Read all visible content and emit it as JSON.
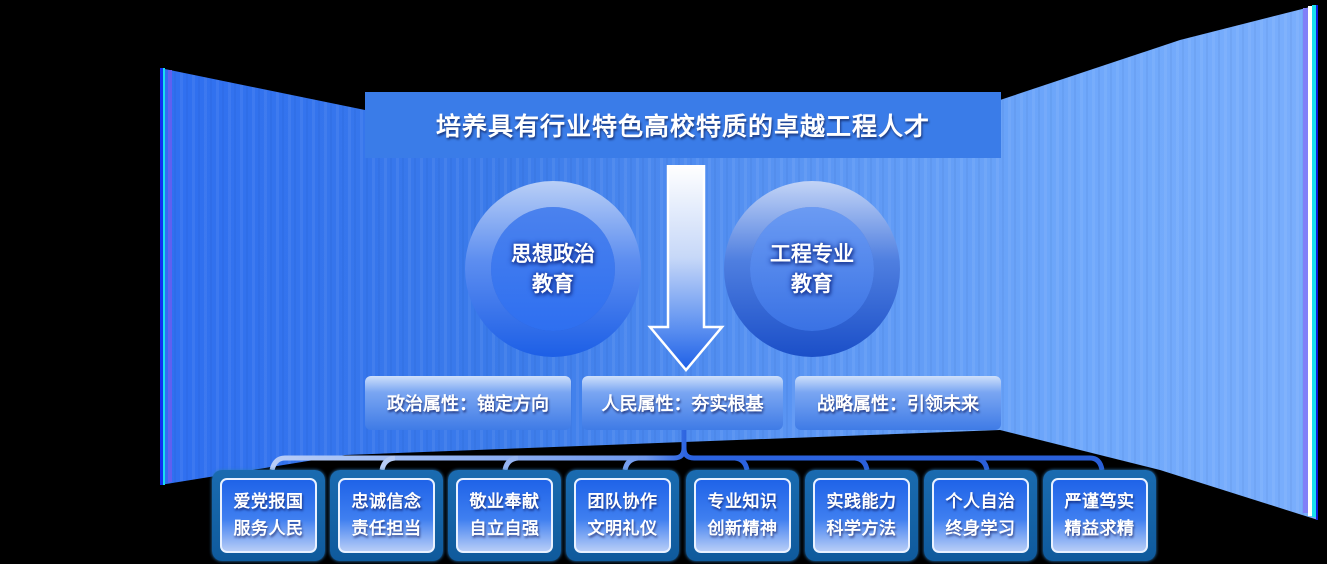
{
  "title": "培养具有行业特色高校特质的卓越工程人才",
  "circles": [
    {
      "line1": "思想政治",
      "line2": "教育"
    },
    {
      "line1": "工程专业",
      "line2": "教育"
    }
  ],
  "attributes": [
    {
      "label": "政治属性：锚定方向"
    },
    {
      "label": "人民属性：夯实根基"
    },
    {
      "label": "战略属性：引领未来"
    }
  ],
  "qualities": [
    {
      "line1": "爱党报国",
      "line2": "服务人民"
    },
    {
      "line1": "忠诚信念",
      "line2": "责任担当"
    },
    {
      "line1": "敬业奉献",
      "line2": "自立自强"
    },
    {
      "line1": "团队协作",
      "line2": "文明礼仪"
    },
    {
      "line1": "专业知识",
      "line2": "创新精神"
    },
    {
      "line1": "实践能力",
      "line2": "科学方法"
    },
    {
      "line1": "个人自治",
      "line2": "终身学习"
    },
    {
      "line1": "严谨笃实",
      "line2": "精益求精"
    }
  ],
  "colors": {
    "background": "#000000",
    "banner": "#3a7ce8",
    "curtain_left": "#3b7bea",
    "curtain_right": "#6fa8fb",
    "card_frame": "#1468aa",
    "text": "#ffffff"
  }
}
